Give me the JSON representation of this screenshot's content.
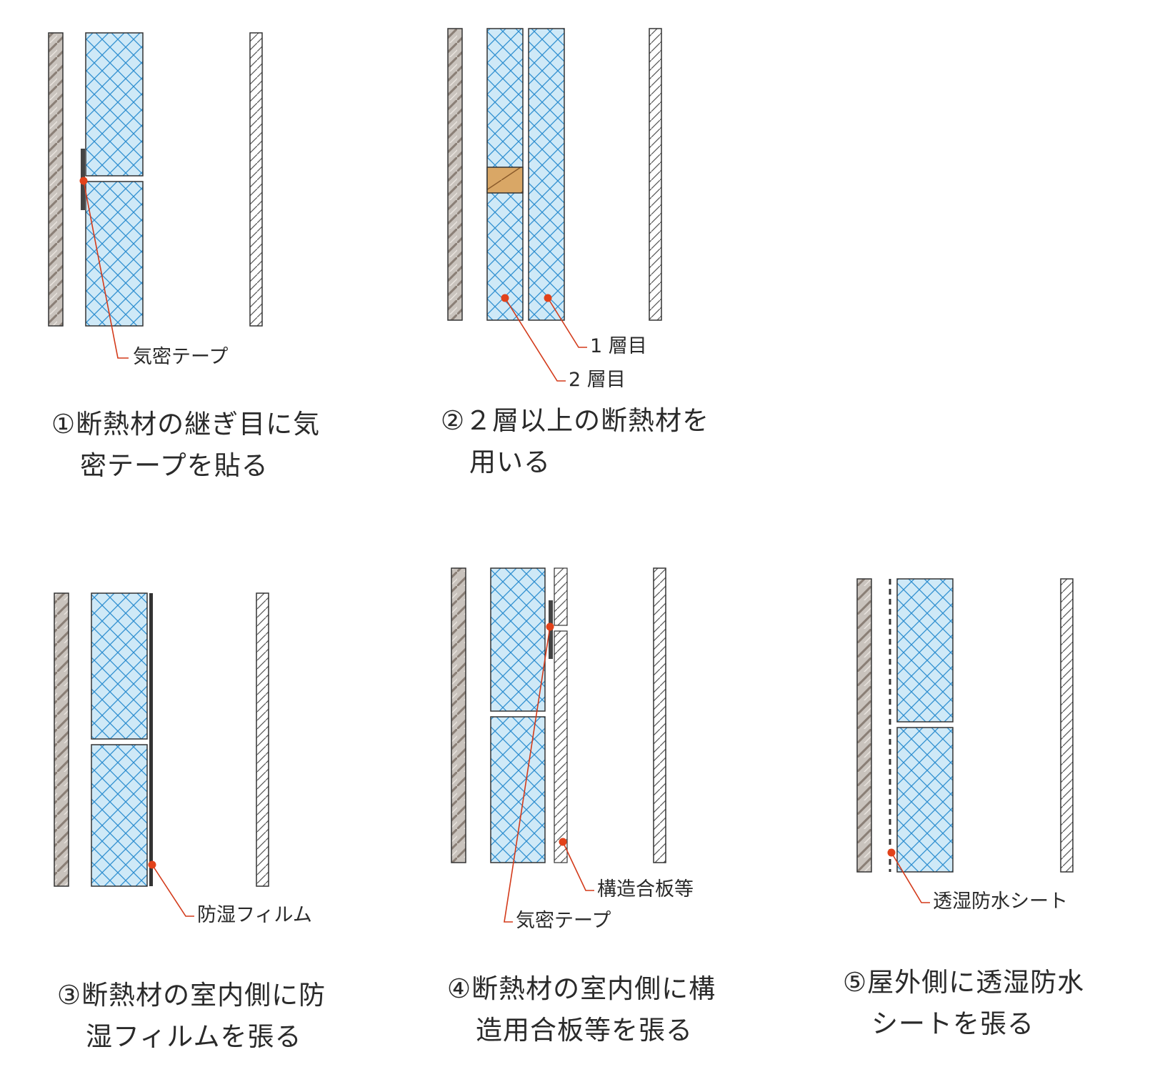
{
  "colors": {
    "insulation_fill": "#cfe9f7",
    "insulation_mesh": "#2f8fd0",
    "wall_fill": "#c9c3bd",
    "callout_line": "#d33a1a",
    "callout_dot": "#e2421a",
    "wood_block": "#d9a766",
    "outline": "#333333"
  },
  "panels": [
    {
      "id": "1",
      "callouts": [
        {
          "text": "気密テープ"
        }
      ],
      "caption": {
        "line1": "①断熱材の継ぎ目に気",
        "line2": "密テープを貼る"
      }
    },
    {
      "id": "2",
      "callouts": [
        {
          "text": "1 層目"
        },
        {
          "text": "2 層目"
        }
      ],
      "caption": {
        "line1": "②２層以上の断熱材を",
        "line2": "用いる"
      }
    },
    {
      "id": "3",
      "callouts": [
        {
          "text": "防湿フィルム"
        }
      ],
      "caption": {
        "line1": "③断熱材の室内側に防",
        "line2": "湿フィルムを張る"
      }
    },
    {
      "id": "4",
      "callouts": [
        {
          "text": "構造合板等"
        },
        {
          "text": "気密テープ"
        }
      ],
      "caption": {
        "line1": "④断熱材の室内側に構",
        "line2": "造用合板等を張る"
      }
    },
    {
      "id": "5",
      "callouts": [
        {
          "text": "透湿防水シート"
        }
      ],
      "caption": {
        "line1": "⑤屋外側に透湿防水",
        "line2": "シートを張る"
      }
    }
  ]
}
